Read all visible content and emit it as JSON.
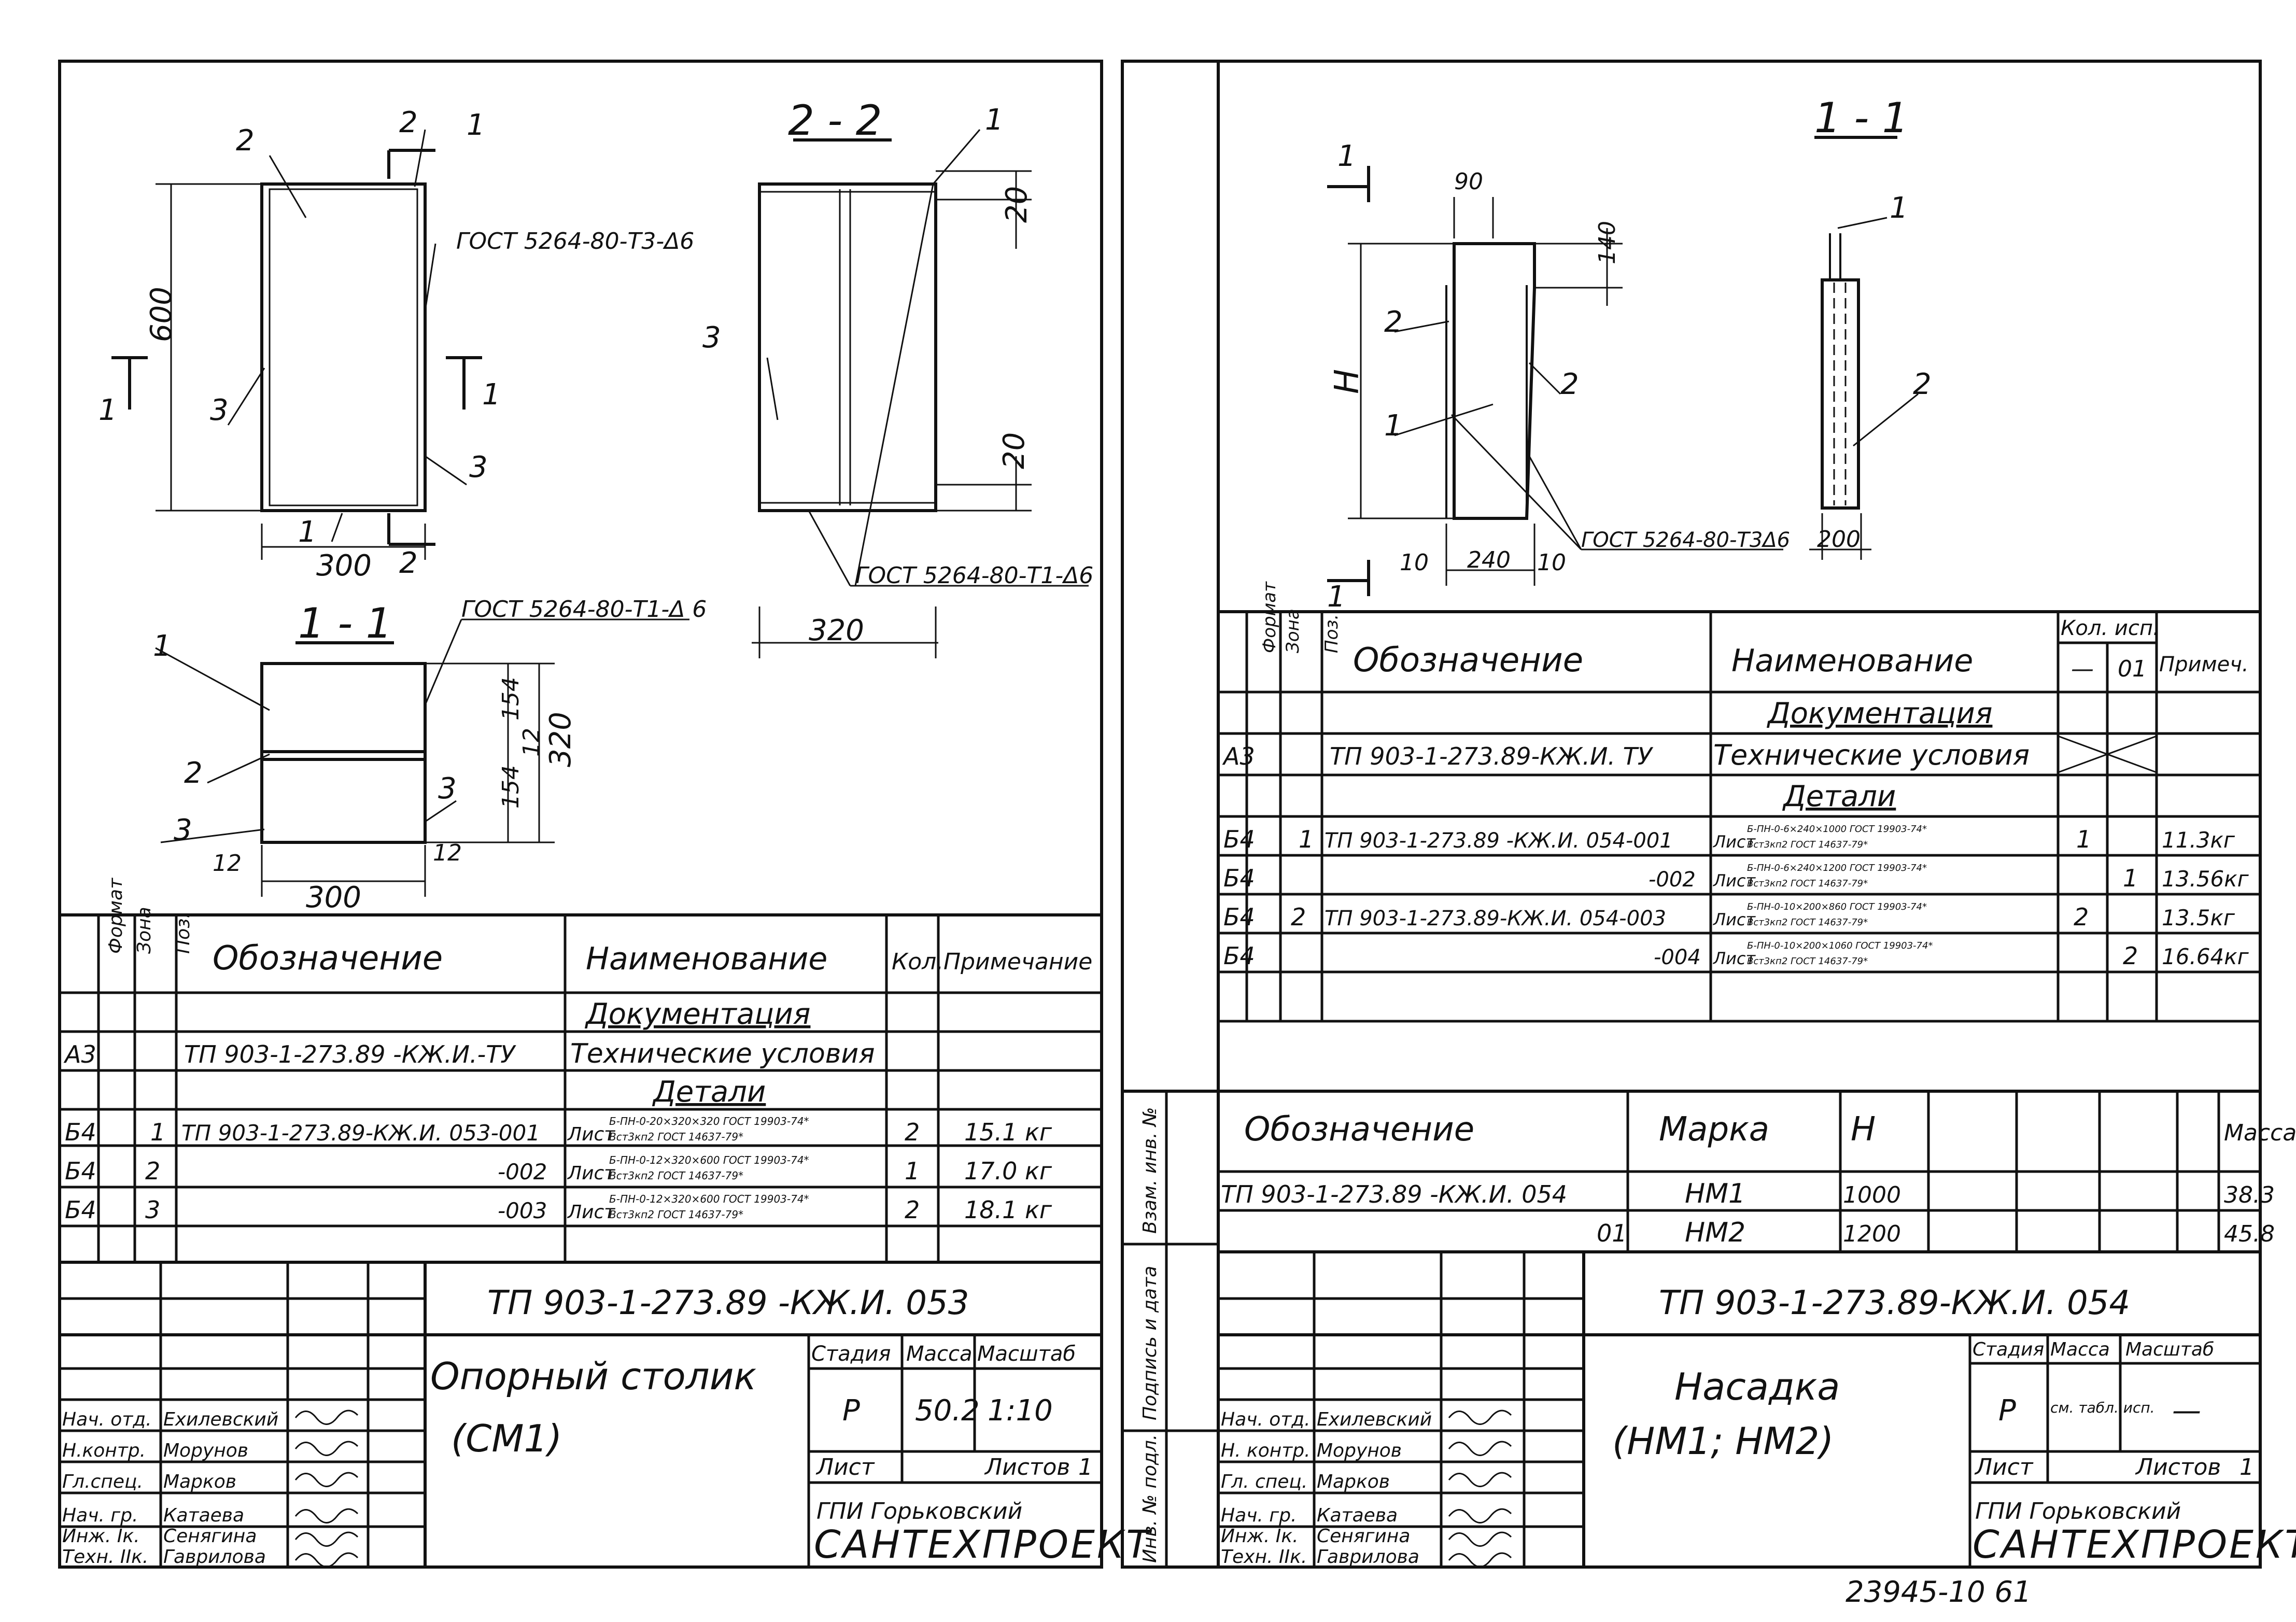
{
  "left_sheet": {
    "view_main": {
      "dim_height": "600",
      "dim_width": "300",
      "pos_labels": [
        "1",
        "2",
        "3"
      ],
      "section_mark": "2",
      "section_mark_side": "1",
      "weld_note": "ГОСТ 5264-80-Т3-Δ6"
    },
    "view_2_2": {
      "title": "2 - 2",
      "dim_top": "20",
      "dim_bottom": "20",
      "dim_width": "320",
      "weld_note": "ГОСТ 5264-80-Т1-Δ6"
    },
    "view_1_1": {
      "title": "1 - 1",
      "weld_note": "ГОСТ 5264-80-Т1-Δ 6",
      "dim_154_top": "154",
      "dim_12": "12",
      "dim_154_bottom": "154",
      "dim_320": "320",
      "dim_12_left": "12",
      "dim_12_right": "12",
      "dim_300": "300"
    },
    "spec": {
      "headers": [
        "Формат",
        "Зона",
        "Поз.",
        "Обозначение",
        "Наименование",
        "Кол.",
        "Примечание"
      ],
      "section_docs": "Документация",
      "section_parts": "Детали",
      "rows": [
        {
          "format": "А3",
          "zone": "",
          "pos": "",
          "code": "ТП 903-1-273.89 -КЖ.И.-ТУ",
          "name": "Технические условия",
          "qty": "",
          "note": ""
        },
        {
          "format": "Б4",
          "zone": "",
          "pos": "1",
          "code": "ТП 903-1-273.89-КЖ.И. 053-001",
          "name": "Лист",
          "name_top": "Б-ПН-0-20×320×320 ГОСТ 19903-74*",
          "name_bot": "Вст3кп2 ГОСТ 14637-79*",
          "qty": "2",
          "note": "15.1 кг"
        },
        {
          "format": "Б4",
          "zone": "",
          "pos": "2",
          "code": "-002",
          "name": "Лист",
          "name_top": "Б-ПН-0-12×320×600 ГОСТ 19903-74*",
          "name_bot": "Вст3кп2 ГОСТ 14637-79*",
          "qty": "1",
          "note": "17.0 кг"
        },
        {
          "format": "Б4",
          "zone": "",
          "pos": "3",
          "code": "-003",
          "name": "Лист",
          "name_top": "Б-ПН-0-12×320×600 ГОСТ 19903-74*",
          "name_bot": "Вст3кп2 ГОСТ 14637-79*",
          "qty": "2",
          "note": "18.1 кг"
        }
      ]
    },
    "title_block": {
      "doc_code": "ТП 903-1-273.89 -КЖ.И. 053",
      "title_line1": "Опорный столик",
      "title_line2": "(СМ1)",
      "stage_label": "Стадия",
      "mass_label": "Масса",
      "scale_label": "Масштаб",
      "stage": "Р",
      "mass": "50.2",
      "scale": "1:10",
      "sheet_label": "Лист",
      "sheets_label": "Листов",
      "sheets": "1",
      "org_line1": "ГПИ Горьковский",
      "org_line2": "САНТЕХПРОЕКТ",
      "signers": [
        {
          "role": "Нач. отд.",
          "name": "Ехилевский"
        },
        {
          "role": "Н.контр.",
          "name": "Морунов"
        },
        {
          "role": "Гл.спец.",
          "name": "Марков"
        },
        {
          "role": "Нач. гр.",
          "name": "Катаева"
        },
        {
          "role": "Инж. Iк.",
          "name": "Сенягина"
        },
        {
          "role": "Техн. IIк.",
          "name": "Гаврилова"
        }
      ]
    }
  },
  "right_sheet": {
    "view_main": {
      "section_mark": "1",
      "dim_top": "90",
      "dim_140": "140",
      "dim_height": "Н",
      "dim_10_left": "10",
      "dim_240": "240",
      "dim_10_right": "10",
      "weld_note": "ГОСТ 5264-80-Т3Δ6",
      "pos_labels": [
        "1",
        "2"
      ]
    },
    "view_1_1": {
      "title": "1 - 1",
      "dim_200": "200"
    },
    "spec": {
      "headers": [
        "Формат",
        "Зона",
        "Поз.",
        "Обозначение",
        "Наименование",
        "Кол. исп.",
        "Примеч."
      ],
      "qty_sub": [
        "—",
        "01"
      ],
      "section_docs": "Документация",
      "section_parts": "Детали",
      "rows": [
        {
          "format": "А3",
          "zone": "",
          "pos": "",
          "code": "ТП 903-1-273.89-КЖ.И. ТУ",
          "name": "Технические условия",
          "q1": "",
          "q2": "",
          "note": ""
        },
        {
          "format": "Б4",
          "zone": "",
          "pos": "1",
          "code": "ТП 903-1-273.89 -КЖ.И. 054-001",
          "name": "Лист",
          "name_top": "Б-ПН-0-6×240×1000 ГОСТ 19903-74*",
          "name_bot": "Вст3кп2 ГОСТ 14637-79*",
          "q1": "1",
          "q2": "",
          "note": "11.3кг"
        },
        {
          "format": "Б4",
          "zone": "",
          "pos": "",
          "code": "-002",
          "name": "Лист",
          "name_top": "Б-ПН-0-6×240×1200 ГОСТ 19903-74*",
          "name_bot": "Вст3кп2 ГОСТ 14637-79*",
          "q1": "",
          "q2": "1",
          "note": "13.56кг"
        },
        {
          "format": "Б4",
          "zone": "",
          "pos": "2",
          "code": "ТП 903-1-273.89-КЖ.И. 054-003",
          "name": "Лист",
          "name_top": "Б-ПН-0-10×200×860 ГОСТ 19903-74*",
          "name_bot": "Вст3кп2 ГОСТ 14637-79*",
          "q1": "2",
          "q2": "",
          "note": "13.5кг"
        },
        {
          "format": "Б4",
          "zone": "",
          "pos": "",
          "code": "-004",
          "name": "Лист",
          "name_top": "Б-ПН-0-10×200×1060 ГОСТ 19903-74*",
          "name_bot": "Вст3кп2 ГОСТ 14637-79*",
          "q1": "",
          "q2": "2",
          "note": "16.64кг"
        }
      ]
    },
    "variants": {
      "headers": [
        "Обозначение",
        "Марка",
        "Н",
        "Масса"
      ],
      "rows": [
        {
          "code": "ТП 903-1-273.89 -КЖ.И. 054",
          "mark": "НМ1",
          "h": "1000",
          "mass": "38.3"
        },
        {
          "code": "01",
          "mark": "НМ2",
          "h": "1200",
          "mass": "45.8"
        }
      ]
    },
    "side_labels": [
      "Взам. инв. №",
      "Подпись и дата",
      "Инв. № подл."
    ],
    "title_block": {
      "doc_code": "ТП 903-1-273.89-КЖ.И. 054",
      "title_line1": "Насадка",
      "title_line2": "(НМ1; НМ2)",
      "stage_label": "Стадия",
      "mass_label": "Масса",
      "scale_label": "Масштаб",
      "stage": "Р",
      "mass": "см. табл. исп.",
      "scale": "—",
      "sheet_label": "Лист",
      "sheets_label": "Листов",
      "sheets": "1",
      "org_line1": "ГПИ Горьковский",
      "org_line2": "САНТЕХПРОЕКТ",
      "signers": [
        {
          "role": "Нач. отд.",
          "name": "Ехилевский"
        },
        {
          "role": "Н. контр.",
          "name": "Морунов"
        },
        {
          "role": "Гл. спец.",
          "name": "Марков"
        },
        {
          "role": "Нач. гр.",
          "name": "Катаева"
        },
        {
          "role": "Инж. Iк.",
          "name": "Сенягина"
        },
        {
          "role": "Техн. IIк.",
          "name": "Гаврилова"
        }
      ]
    }
  },
  "footer_number": "23945-10   61"
}
